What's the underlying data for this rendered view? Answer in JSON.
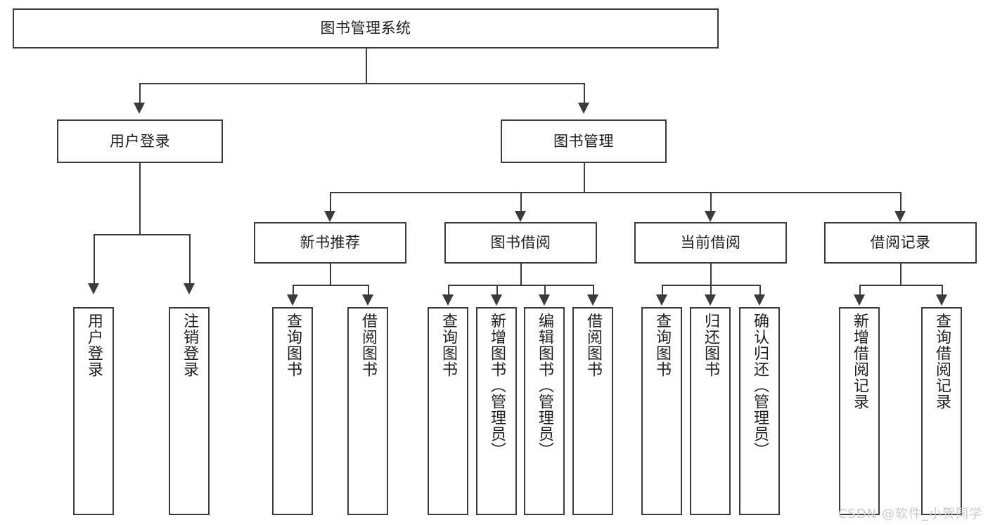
{
  "diagram": {
    "title": "图书管理系统",
    "type": "tree-hierarchy",
    "watermark": "CSDN @软件_小贺同学",
    "colors": {
      "background": "#ffffff",
      "border": "#3b3b3b",
      "text": "#1d1d1d",
      "watermark": "#c9c9c9"
    }
  },
  "root": {
    "label": "图书管理系统"
  },
  "level2": [
    {
      "label": "用户登录"
    },
    {
      "label": "图书管理"
    }
  ],
  "level3": [
    {
      "label": "新书推荐"
    },
    {
      "label": "图书借阅"
    },
    {
      "label": "当前借阅"
    },
    {
      "label": "借阅记录"
    }
  ],
  "leaves": {
    "user_login": [
      {
        "label": "用户登录"
      },
      {
        "label": "注销登录"
      }
    ],
    "new_book_recommend": [
      {
        "label": "查询图书"
      },
      {
        "label": "借阅图书"
      }
    ],
    "book_borrow": [
      {
        "label": "查询图书"
      },
      {
        "label": "新增图书（管理员）"
      },
      {
        "label": "编辑图书（管理员）"
      },
      {
        "label": "借阅图书"
      }
    ],
    "current_borrow": [
      {
        "label": "查询图书"
      },
      {
        "label": "归还图书"
      },
      {
        "label": "确认归还（管理员）"
      }
    ],
    "borrow_record": [
      {
        "label": "新增借阅记录"
      },
      {
        "label": "查询借阅记录"
      }
    ]
  }
}
